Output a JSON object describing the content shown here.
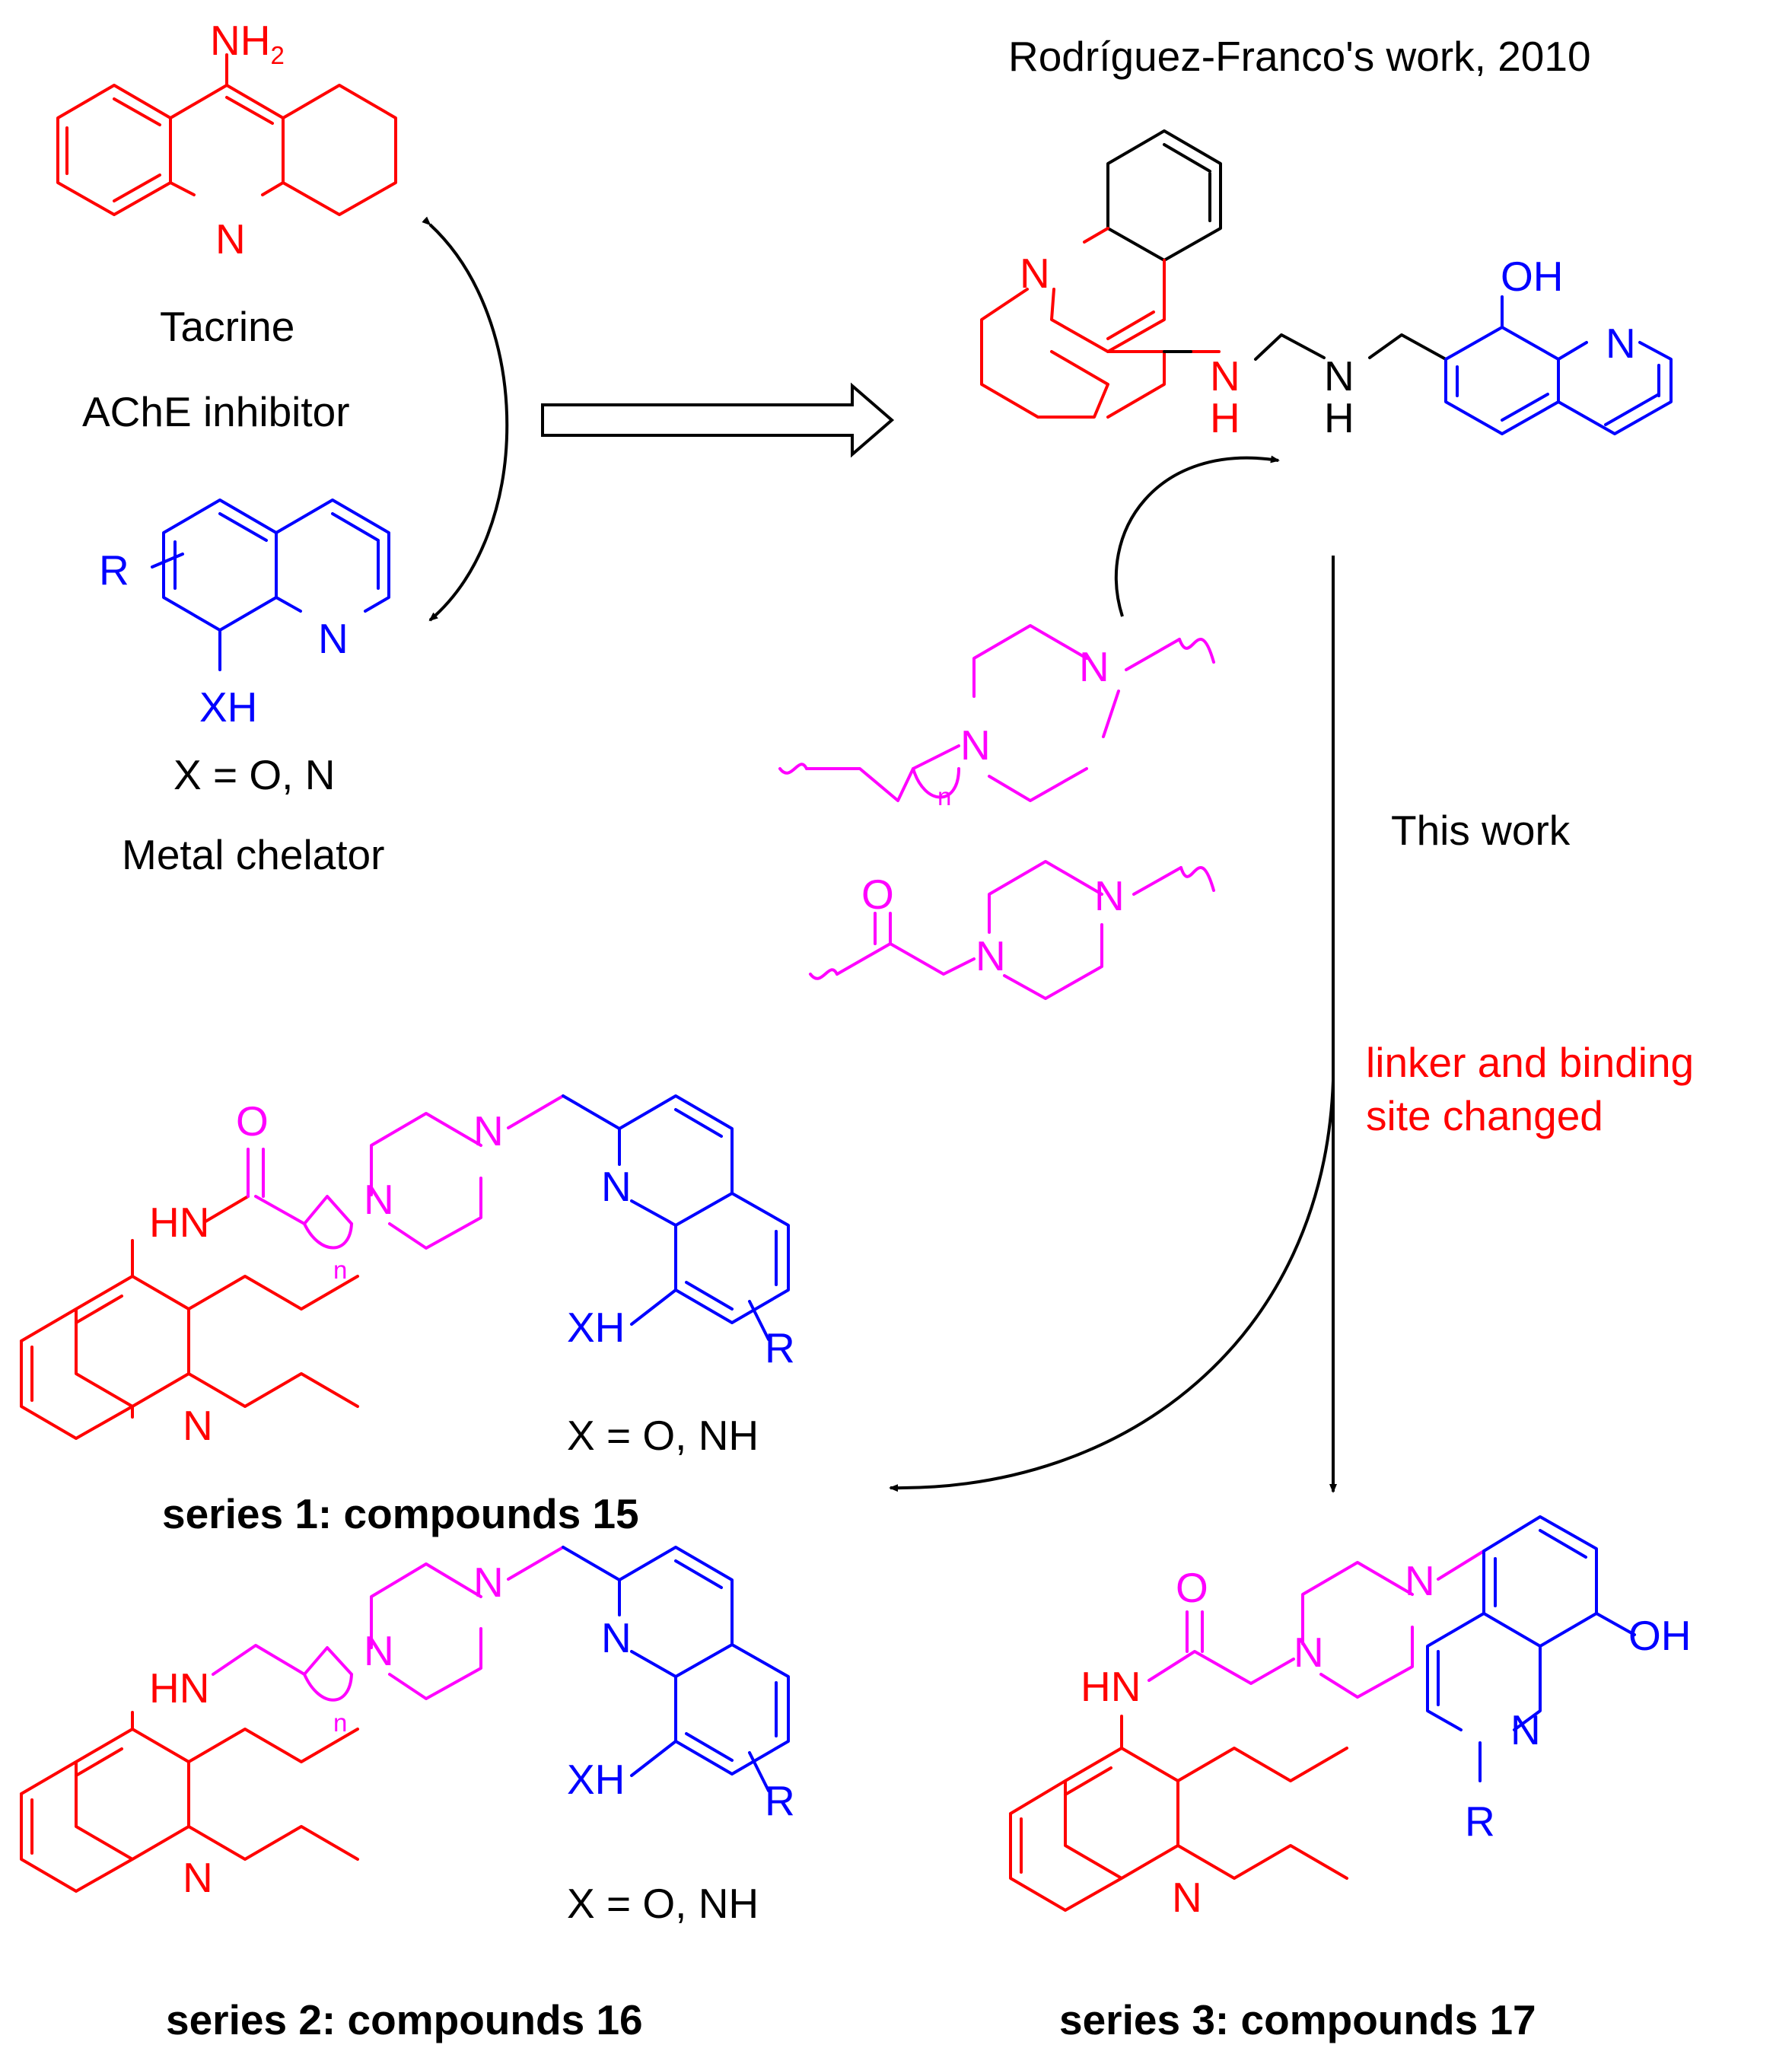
{
  "colors": {
    "tacrine_fragment": "#ff0000",
    "chelator_fragment": "#0000ff",
    "linker_fragment": "#ff00ff",
    "arrows_and_text": "#000000",
    "highlight_text": "#ff0000"
  },
  "atoms": {
    "nh2": "NH",
    "nh2_sub": "2",
    "n": "N",
    "h": "H",
    "oh": "OH",
    "o": "O",
    "r": "R",
    "xh": "XH",
    "hn": "HN",
    "n_sub": "n"
  },
  "labels": {
    "tacrine": "Tacrine",
    "ache_inhibitor": "AChE inhibitor",
    "x_def_top": "X = O, N",
    "metal_chelator": "Metal chelator",
    "prior_work": "Rodríguez-Franco's work, 2010",
    "this_work": "This work",
    "change_line1": "linker and binding",
    "change_line2": "site changed",
    "x_def_s1": "X = O, NH",
    "x_def_s2": "X = O, NH"
  },
  "series": [
    {
      "label": "series 1: compounds 15"
    },
    {
      "label": "series 2: compounds 16"
    },
    {
      "label": "series 3: compounds 17"
    }
  ]
}
